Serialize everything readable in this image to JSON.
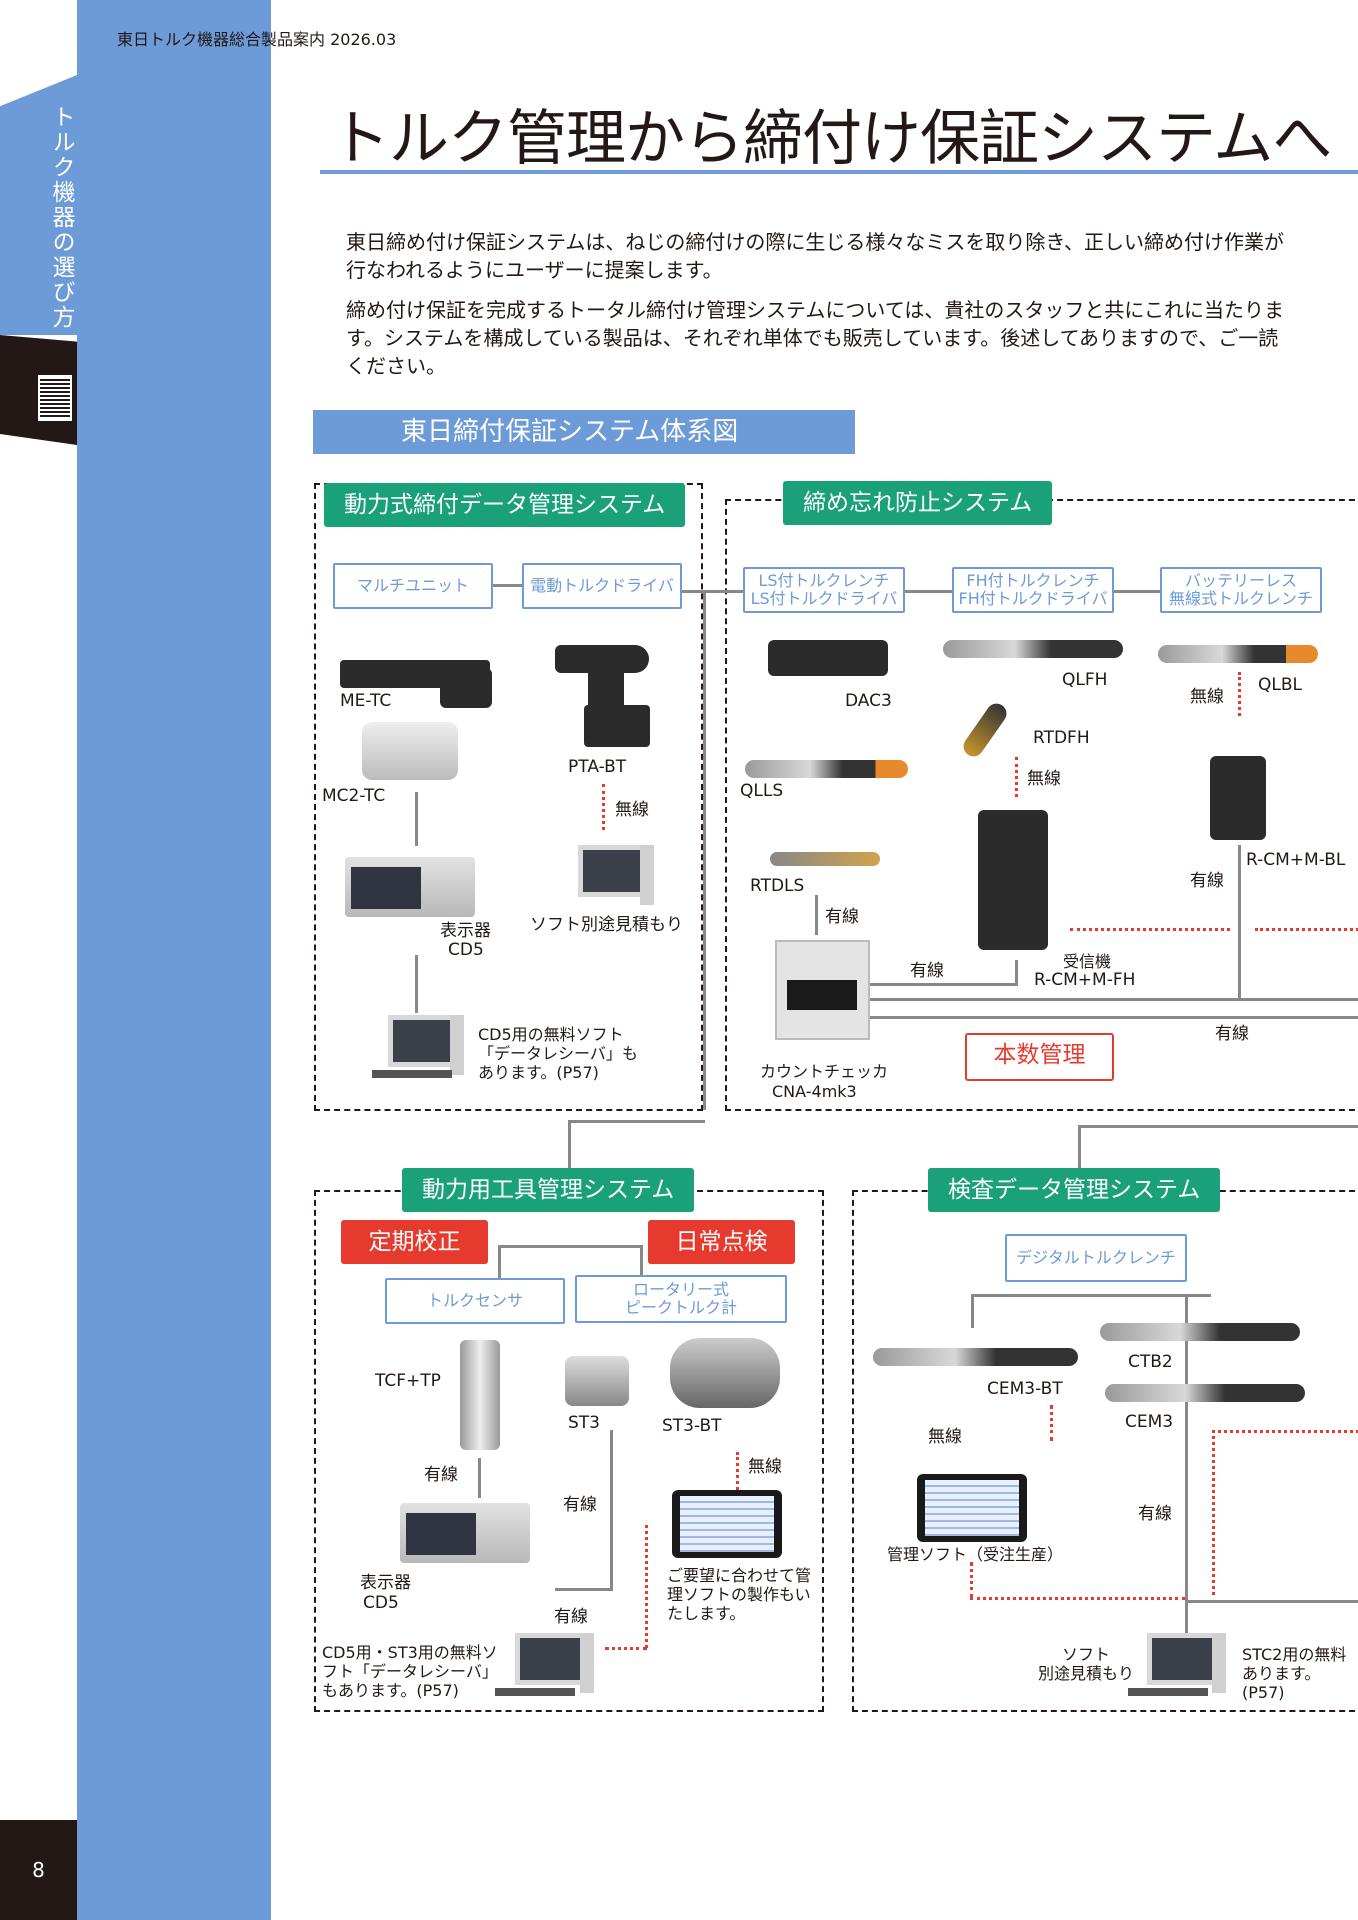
{
  "sidebar": {
    "vertical_title": "トルク機器の選び方",
    "page_number": "8"
  },
  "header": {
    "catalog": "東日トルク機器総合製品案内 2026.03"
  },
  "title": "トルク管理から締付け保証システムへ",
  "intro": [
    "東日締め付け保証システムは、ねじの締付けの際に生じる様々なミスを取り除き、正しい締め付け作業が行なわれるようにユーザーに提案します。",
    "締め付け保証を完成するトータル締付け管理システムについては、貴社のスタッフと共にこれに当たります。システムを構成している製品は、それぞれ単体でも販売しています。後述してありますので、ご一読ください。"
  ],
  "diagram_title": "東日締付保証システム体系図",
  "systems": {
    "power": {
      "title": "動力式締付データ管理システム",
      "cat1": "マルチユニット",
      "cat2": "電動トルクドライバ",
      "me_tc": "ME-TC",
      "mc2_tc": "MC2-TC",
      "pta_bt": "PTA-BT",
      "wireless": "無線",
      "display": "表示器",
      "cd5": "CD5",
      "soft_quote": "ソフト別途見積もり",
      "free_soft": "CD5用の無料ソフト「データレシーバ」もあります。(P57)"
    },
    "forget": {
      "title": "締め忘れ防止システム",
      "cat1_l1": "LS付トルクレンチ",
      "cat1_l2": "LS付トルクドライバ",
      "cat2_l1": "FH付トルクレンチ",
      "cat2_l2": "FH付トルクドライバ",
      "cat3_l1": "バッテリーレス",
      "cat3_l2": "無線式トルクレンチ",
      "dac3": "DAC3",
      "qlls": "QLLS",
      "rtdls": "RTDLS",
      "qlfh": "QLFH",
      "rtdfh": "RTDFH",
      "qlbl": "QLBL",
      "wireless": "無線",
      "wired": "有線",
      "receiver": "受信機",
      "r_cm_m_fh": "R-CM+M-FH",
      "r_cm_m_bl": "R-CM+M-BL",
      "count_checker": "カウントチェッカ",
      "cna": "CNA-4mk3",
      "count_mgmt": "本数管理"
    },
    "tool": {
      "title": "動力用工具管理システム",
      "periodic": "定期校正",
      "daily": "日常点検",
      "cat1": "トルクセンサ",
      "cat2_l1": "ロータリー式",
      "cat2_l2": "ピークトルク計",
      "tcf_tp": "TCF+TP",
      "st3": "ST3",
      "st3_bt": "ST3-BT",
      "wired": "有線",
      "wireless": "無線",
      "display": "表示器",
      "cd5": "CD5",
      "custom_soft": "ご要望に合わせて管理ソフトの製作もいたします。",
      "free_soft": "CD5用・ST3用の無料ソフト「データレシーバ」もあります。(P57)"
    },
    "inspect": {
      "title": "検査データ管理システム",
      "cat1": "デジタルトルクレンチ",
      "cem3_bt": "CEM3-BT",
      "ctb2": "CTB2",
      "cem3": "CEM3",
      "wireless": "無線",
      "wired": "有線",
      "mgmt_soft": "管理ソフト（受注生産）",
      "soft_l1": "ソフト",
      "soft_l2": "別途見積もり",
      "stc2_l1": "STC2用の無料",
      "stc2_l2": "あります。",
      "stc2_l3": "(P57)"
    }
  },
  "colors": {
    "band_blue": "#6c9bd7",
    "green": "#1aa17a",
    "red": "#e63a2e",
    "dark": "#231815"
  }
}
